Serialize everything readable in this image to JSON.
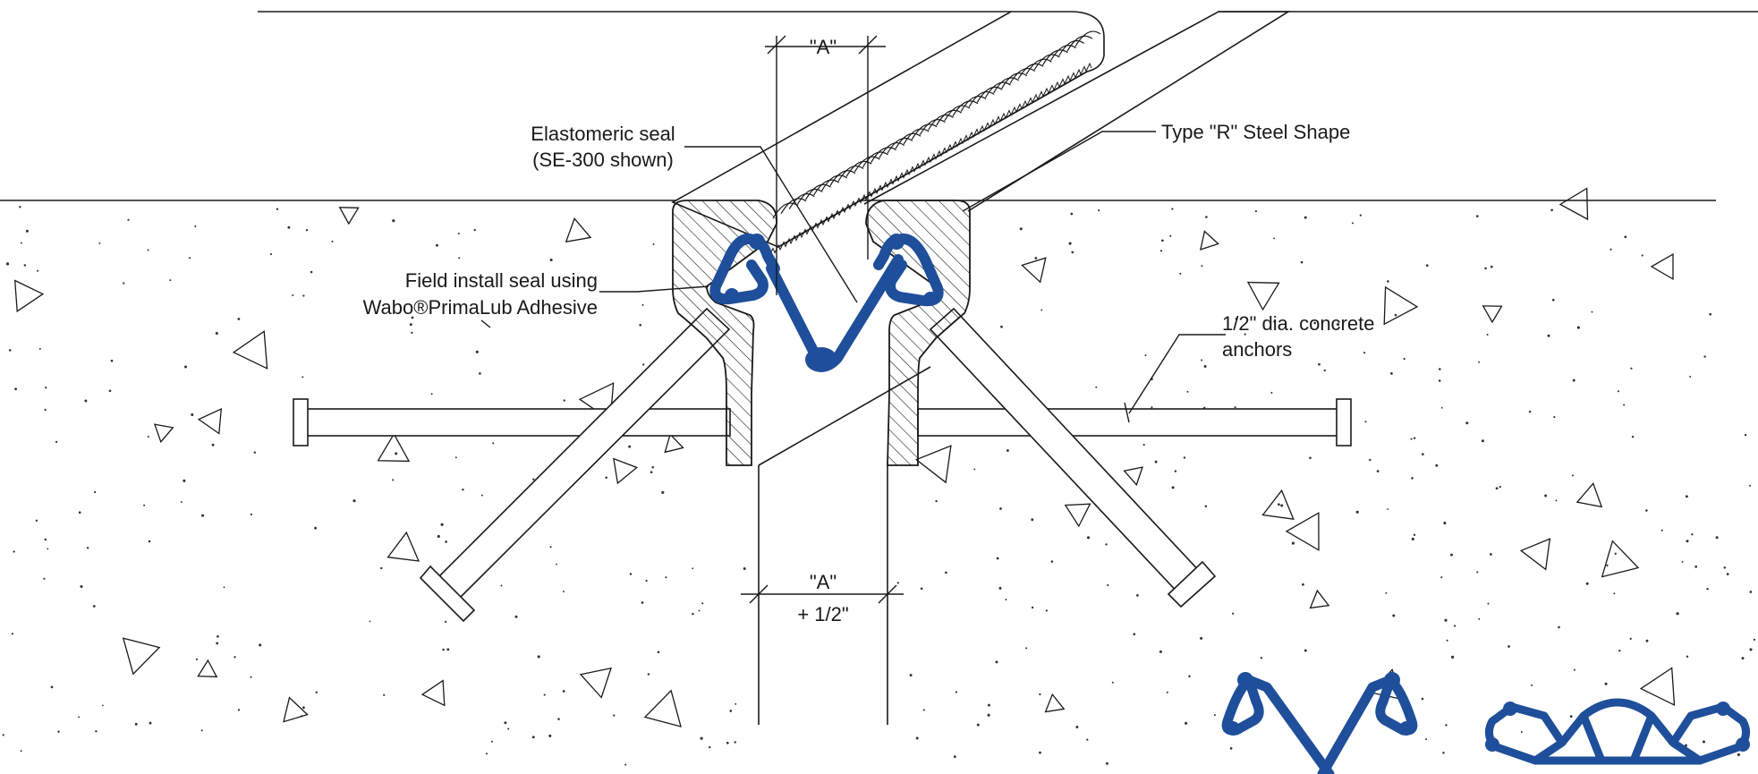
{
  "labels": {
    "dim_top": "\"A\"",
    "dim_bottom_line1": "\"A\"",
    "dim_bottom_line2": "+ 1/2\"",
    "seal_line1": "Elastomeric seal",
    "seal_line2": "(SE-300 shown)",
    "steel_shape": "Type \"R\" Steel Shape",
    "field_line1": "Field install seal using",
    "field_line2": "Wabo®PrimaLub Adhesive",
    "anchors_line1": "1/2\" dia. concrete",
    "anchors_line2": "anchors"
  },
  "colors": {
    "seal": "#1f4f9a",
    "line": "#1a1a1a",
    "background": "#ffffff"
  }
}
